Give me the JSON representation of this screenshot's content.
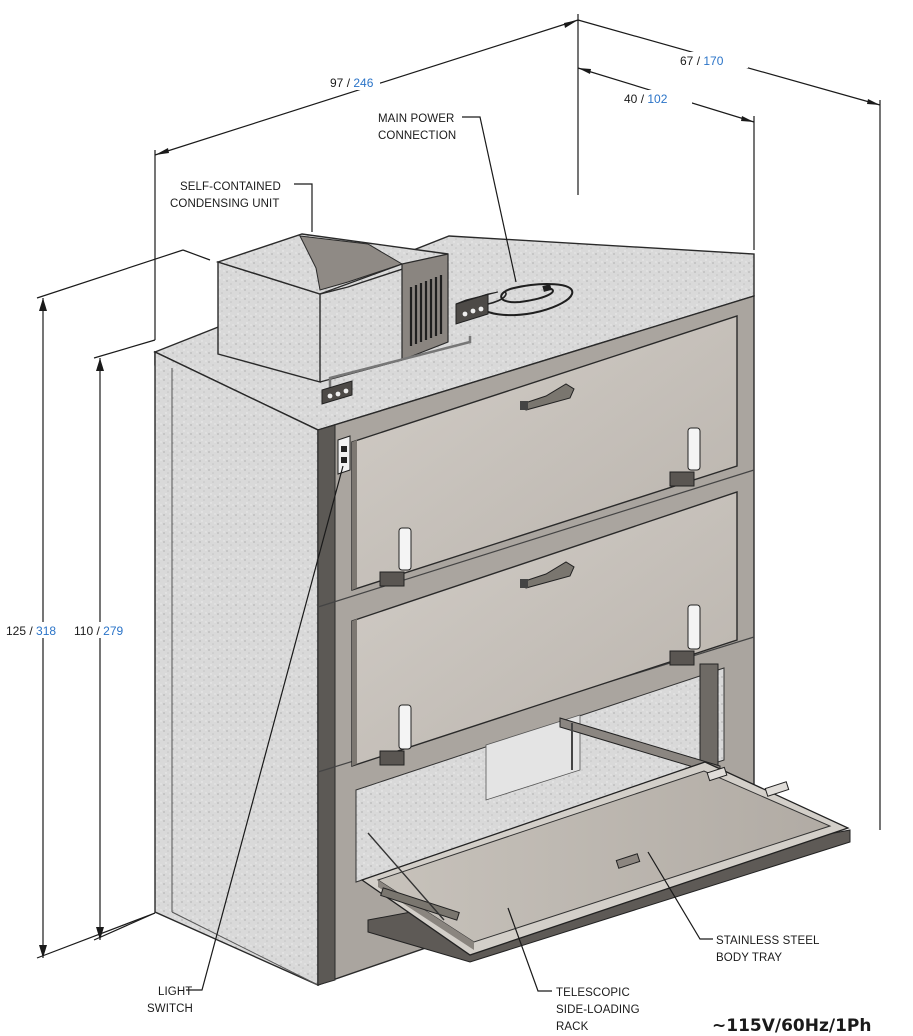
{
  "dimensions": {
    "width": {
      "imperial": "97",
      "sep": " / ",
      "metric": "246"
    },
    "depth": {
      "imperial": "67",
      "sep": " / ",
      "metric": "170"
    },
    "depth_inner": {
      "imperial": "40",
      "sep": " / ",
      "metric": "102"
    },
    "height_total": {
      "imperial": "125",
      "sep": " / ",
      "metric": "318"
    },
    "height_body": {
      "imperial": "110",
      "sep": " / ",
      "metric": "279"
    }
  },
  "callouts": {
    "condensing_unit": [
      "SELF-CONTAINED",
      "CONDENSING UNIT"
    ],
    "main_power": [
      "MAIN POWER",
      "CONNECTION"
    ],
    "light_switch": [
      "LIGHT",
      "SWITCH"
    ],
    "telescopic_rack": [
      "TELESCOPIC",
      "SIDE-LOADING",
      "RACK"
    ],
    "body_tray": [
      "STAINLESS STEEL",
      "BODY TRAY"
    ]
  },
  "electrical_spec": "~115V/60Hz/1Ph",
  "colors": {
    "metric_text": "#2b74c8",
    "panel_fill": "#cbc6c0",
    "frame_fill": "#a8a39d",
    "insulation_fill": "#dcdcdc"
  }
}
